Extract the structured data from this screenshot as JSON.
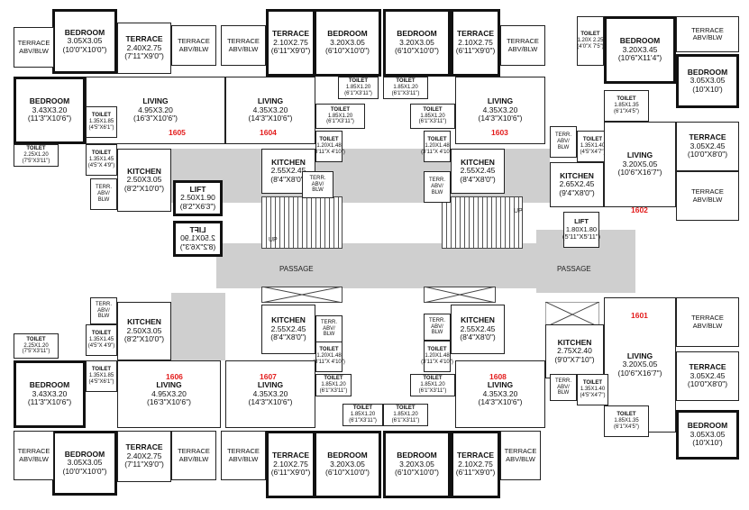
{
  "passage_label": "PASSAGE",
  "up_label": "UP",
  "flats": [
    "1605",
    "1604",
    "1603",
    "1602",
    "1601",
    "1606",
    "1607",
    "1608"
  ],
  "rooms": {
    "bedroom_1605a": {
      "name": "BEDROOM",
      "dim": "3.05X3.05",
      "imp": "(10'0\"X10'0\")"
    },
    "bedroom_1605b": {
      "name": "BEDROOM",
      "dim": "3.43X3.20",
      "imp": "(11'3\"X10'6\")"
    },
    "living_1605": {
      "name": "LIVING",
      "dim": "4.95X3.20",
      "imp": "(16'3\"X10'6\")"
    },
    "terrace_1605": {
      "name": "TERRACE",
      "dim": "2.40X2.75",
      "imp": "(7'11\"X9'0\")"
    },
    "kitchen_1605": {
      "name": "KITCHEN",
      "dim": "2.50X3.05",
      "imp": "(8'2\"X10'0\")"
    },
    "toilet_1605a": {
      "name": "TOILET",
      "dim": "2.25X1.20",
      "imp": "(7'5\"X3'11\")"
    },
    "toilet_1605b": {
      "name": "TOILET",
      "dim": "1.35X1.85",
      "imp": "(4'5\"X6'1\")"
    },
    "toilet_1605c": {
      "name": "TOILET",
      "dim": "1.35X1.45",
      "imp": "(4'5\"X 4'9\")"
    },
    "living_1604": {
      "name": "LIVING",
      "dim": "4.35X3.20",
      "imp": "(14'3\"X10'6\")"
    },
    "terrace_1604": {
      "name": "TERRACE",
      "dim": "2.10X2.75",
      "imp": "(6'11\"X9'0\")"
    },
    "bedroom_1604": {
      "name": "BEDROOM",
      "dim": "3.20X3.05",
      "imp": "(6'10\"X10'0\")"
    },
    "kitchen_1604": {
      "name": "KITCHEN",
      "dim": "2.55X2.45",
      "imp": "(8'4\"X8'0\")"
    },
    "toilet_1604a": {
      "name": "TOILET",
      "dim": "1.85X1.20",
      "imp": "(6'1\"X3'11\")"
    },
    "toilet_1604b": {
      "name": "TOILET",
      "dim": "1.85X1.20",
      "imp": "(6'1\"X3'11\")"
    },
    "toilet_1604c": {
      "name": "TOILET",
      "dim": "1.20X1.48",
      "imp": "(3'11\"X 4'10\")"
    },
    "bedroom_1603": {
      "name": "BEDROOM",
      "dim": "3.20X3.05",
      "imp": "(6'10\"X10'0\")"
    },
    "terrace_1603": {
      "name": "TERRACE",
      "dim": "2.10X2.75",
      "imp": "(6'11\"X9'0\")"
    },
    "living_1603": {
      "name": "LIVING",
      "dim": "4.35X3.20",
      "imp": "(14'3\"X10'6\")"
    },
    "kitchen_1603": {
      "name": "KITCHEN",
      "dim": "2.55X2.45",
      "imp": "(8'4\"X8'0\")"
    },
    "toilet_1603a": {
      "name": "TOILET",
      "dim": "1.85X1.20",
      "imp": "(6'1\"X3'11\")"
    },
    "toilet_1603b": {
      "name": "TOILET",
      "dim": "1.85X1.20",
      "imp": "(6'1\"X3'11\")"
    },
    "toilet_1603c": {
      "name": "TOILET",
      "dim": "1.20X1.48",
      "imp": "(3'11\"X 4'10\")"
    },
    "toilet_1602a": {
      "name": "TOILET",
      "dim": "1.20X 2.25",
      "imp": "(4'0\"X 7'5\")"
    },
    "bedroom_1602a": {
      "name": "BEDROOM",
      "dim": "3.20X3.45",
      "imp": "(10'6\"X11'4\")"
    },
    "bedroom_1602b": {
      "name": "BEDROOM",
      "dim": "3.05X3.05",
      "imp": "(10'X10')"
    },
    "toilet_1602b": {
      "name": "TOILET",
      "dim": "1.85X1.35",
      "imp": "(6'1\"X4'5\")"
    },
    "toilet_1602c": {
      "name": "TOILET",
      "dim": "1.35X1.40",
      "imp": "(4'5\"X4'7\")"
    },
    "living_1602": {
      "name": "LIVING",
      "dim": "3.20X5.05",
      "imp": "(10'6\"X16'7\")"
    },
    "kitchen_1602": {
      "name": "KITCHEN",
      "dim": "2.65X2.45",
      "imp": "(9'4\"X8'0\")"
    },
    "terrace_1602": {
      "name": "TERRACE",
      "dim": "3.05X2.45",
      "imp": "(10'0\"X8'0\")"
    },
    "lift_a": {
      "name": "LIFT",
      "dim": "2.50X1.90",
      "imp": "(8'2\"X6'3\")"
    },
    "lift_b": {
      "name": "LIFT",
      "dim": "1.80X1.80",
      "imp": "(5'11\"X5'11\")"
    },
    "lift_c": {
      "name": "LIFT",
      "dim": "2.50X1.90",
      "imp": "(8'2\"X6'3\")"
    },
    "bedroom_1606a": {
      "name": "BEDROOM",
      "dim": "3.43X3.20",
      "imp": "(11'3\"X10'6\")"
    },
    "bedroom_1606b": {
      "name": "BEDROOM",
      "dim": "3.05X3.05",
      "imp": "(10'0\"X10'0\")"
    },
    "living_1606": {
      "name": "LIVING",
      "dim": "4.95X3.20",
      "imp": "(16'3\"X10'6\")"
    },
    "kitchen_1606": {
      "name": "KITCHEN",
      "dim": "2.50X3.05",
      "imp": "(8'2\"X10'0\")"
    },
    "terrace_1606": {
      "name": "TERRACE",
      "dim": "2.40X2.75",
      "imp": "(7'11\"X9'0\")"
    },
    "toilet_1606a": {
      "name": "TOILET",
      "dim": "2.25X1.20",
      "imp": "(7'5\"X3'11\")"
    },
    "toilet_1606b": {
      "name": "TOILET",
      "dim": "1.35X1.45",
      "imp": "(4'5\"X 4'9\")"
    },
    "toilet_1606c": {
      "name": "TOILET",
      "dim": "1.35X1.85",
      "imp": "(4'5\"X6'1\")"
    },
    "living_1607": {
      "name": "LIVING",
      "dim": "4.35X3.20",
      "imp": "(14'3\"X10'6\")"
    },
    "kitchen_1607": {
      "name": "KITCHEN",
      "dim": "2.55X2.45",
      "imp": "(8'4\"X8'0\")"
    },
    "terrace_1607": {
      "name": "TERRACE",
      "dim": "2.10X2.75",
      "imp": "(6'11\"X9'0\")"
    },
    "bedroom_1607": {
      "name": "BEDROOM",
      "dim": "3.20X3.05",
      "imp": "(6'10\"X10'0\")"
    },
    "toilet_1607a": {
      "name": "TOILET",
      "dim": "1.85X1.20",
      "imp": "(6'1\"X3'11\")"
    },
    "toilet_1607b": {
      "name": "TOILET",
      "dim": "1.85X1.20",
      "imp": "(6'1\"X3'11\")"
    },
    "toilet_1607c": {
      "name": "TOILET",
      "dim": "1.20X1.48",
      "imp": "(3'11\"X 4'10\")"
    },
    "living_1608": {
      "name": "LIVING",
      "dim": "4.35X3.20",
      "imp": "(14'3\"X10'6\")"
    },
    "kitchen_1608": {
      "name": "KITCHEN",
      "dim": "2.55X2.45",
      "imp": "(8'4\"X8'0\")"
    },
    "terrace_1608": {
      "name": "TERRACE",
      "dim": "2.10X2.75",
      "imp": "(6'11\"X9'0\")"
    },
    "bedroom_1608": {
      "name": "BEDROOM",
      "dim": "3.20X3.05",
      "imp": "(6'10\"X10'0\")"
    },
    "toilet_1608a": {
      "name": "TOILET",
      "dim": "1.85X1.20",
      "imp": "(6'1\"X3'11\")"
    },
    "toilet_1608b": {
      "name": "TOILET",
      "dim": "1.85X1.20",
      "imp": "(6'1\"X3'11\")"
    },
    "toilet_1608c": {
      "name": "TOILET",
      "dim": "1.20X1.48",
      "imp": "(3'11\"X 4'10\")"
    },
    "kitchen_1601": {
      "name": "KITCHEN",
      "dim": "2.75X2.40",
      "imp": "(9'0\"X7'10\")"
    },
    "living_1601": {
      "name": "LIVING",
      "dim": "3.20X5.05",
      "imp": "(10'6\"X16'7\")"
    },
    "toilet_1601a": {
      "name": "TOILET",
      "dim": "1.35X1.40",
      "imp": "(4'5\"X4'7\")"
    },
    "toilet_1601b": {
      "name": "TOILET",
      "dim": "1.85X1.35",
      "imp": "(6'1\"X4'5\")"
    },
    "terrace_1601": {
      "name": "TERRACE",
      "dim": "3.05X2.45",
      "imp": "(10'0\"X8'0\")"
    },
    "bedroom_1601": {
      "name": "BEDROOM",
      "dim": "3.05X3.05",
      "imp": "(10'X10')"
    }
  },
  "terrace_abv": {
    "l1": "TERRACE",
    "l2": "ABV/BLW"
  },
  "terr_abv": {
    "l1": "TERR.",
    "l2": "ABV/",
    "l3": "BLW"
  }
}
